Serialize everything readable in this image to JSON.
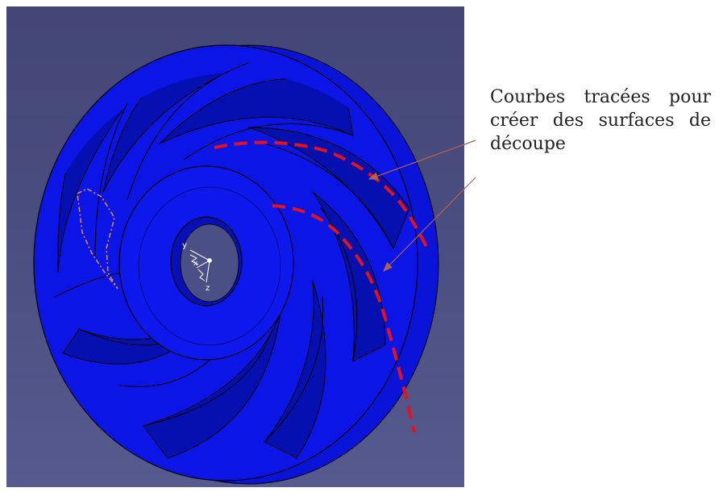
{
  "annotation": {
    "lines": [
      "Courbes tracées pour",
      "créer des surfaces de",
      "découpe"
    ]
  },
  "axes_triad": {
    "x": "x",
    "y": "y",
    "z": "z"
  },
  "colors": {
    "part": "#0a14e0",
    "part_dark": "#0610a8",
    "background": "#4a4d7f",
    "cut_curve": "#e8101a",
    "leader": "#b5604e",
    "sketch": "#e08a3a"
  }
}
